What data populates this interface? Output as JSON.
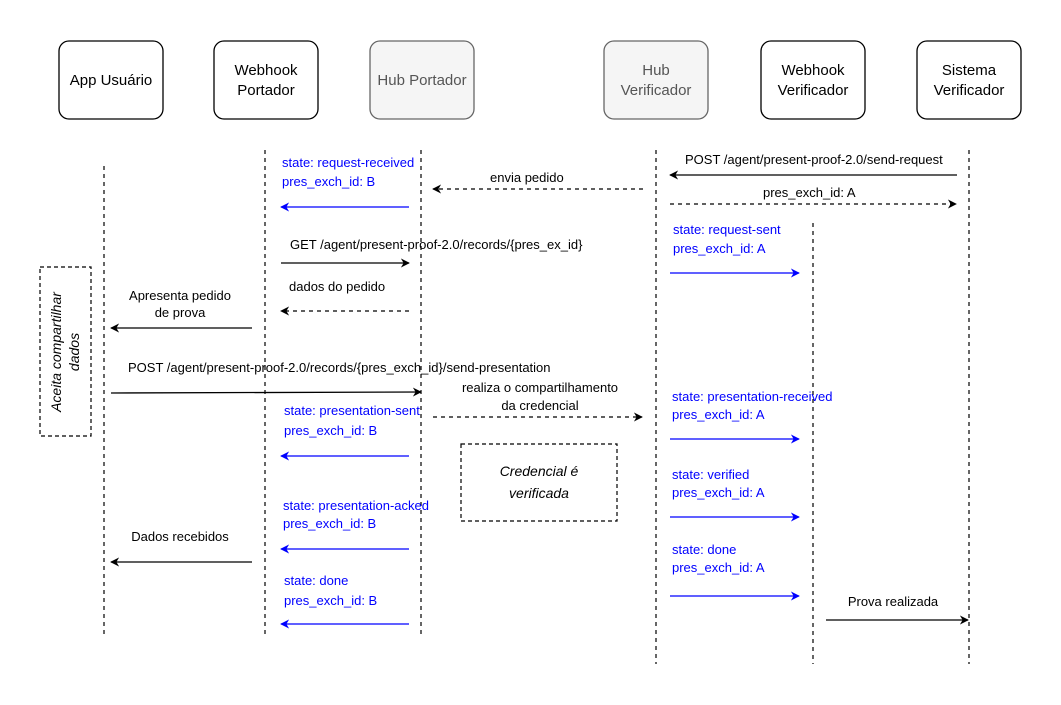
{
  "participants": {
    "app_usuario": "App Usuário",
    "webhook_portador": [
      "Webhook",
      "Portador"
    ],
    "hub_portador": "Hub Portador",
    "hub_verificador": [
      "Hub",
      "Verificador"
    ],
    "webhook_verificador": [
      "Webhook",
      "Verificador"
    ],
    "sistema_verificador": [
      "Sistema",
      "Verificador"
    ]
  },
  "messages": {
    "send_request": "POST /agent/present-proof-2.0/send-request",
    "pres_exch_id_a": "pres_exch_id: A",
    "envia_pedido": "envia pedido",
    "state_request_received": "state: request-received",
    "pres_exch_id_b_1": "pres_exch_id: B",
    "get_records": "GET /agent/present-proof-2.0/records/{pres_ex_id}",
    "state_request_sent": "state: request-sent",
    "pres_exch_id_a_1": "pres_exch_id: A",
    "dados_do_pedido": "dados do pedido",
    "apresenta_pedido": [
      "Apresenta pedido",
      "de prova"
    ],
    "send_presentation": "POST /agent/present-proof-2.0/records/{pres_exch_id}/send-presentation",
    "realiza_compartilhamento": [
      "realiza o compartilhamento",
      "da credencial"
    ],
    "state_presentation_received": "state: presentation-received",
    "pres_exch_id_a_2": "pres_exch_id: A",
    "state_presentation_sent": "state: presentation-sent",
    "pres_exch_id_b_2": "pres_exch_id: B",
    "state_verified": "state: verified",
    "pres_exch_id_a_3": "pres_exch_id: A",
    "state_presentation_acked": "state: presentation-acked",
    "pres_exch_id_b_3": "pres_exch_id: B",
    "dados_recebidos": "Dados recebidos",
    "state_done_verif": "state: done",
    "pres_exch_id_a_4": "pres_exch_id: A",
    "state_done_port": "state: done",
    "pres_exch_id_b_4": "pres_exch_id: B",
    "prova_realizada": "Prova realizada"
  },
  "notes": {
    "aceita_compartilhar": [
      "Aceita compartilhar",
      "dados"
    ],
    "credencial_verificada": [
      "Credencial é",
      "verificada"
    ]
  },
  "colors": {
    "state_arrow": "#0000ff",
    "message_arrow": "#000000",
    "hub_fill": "#f5f5f5",
    "box_stroke": "#000000"
  }
}
